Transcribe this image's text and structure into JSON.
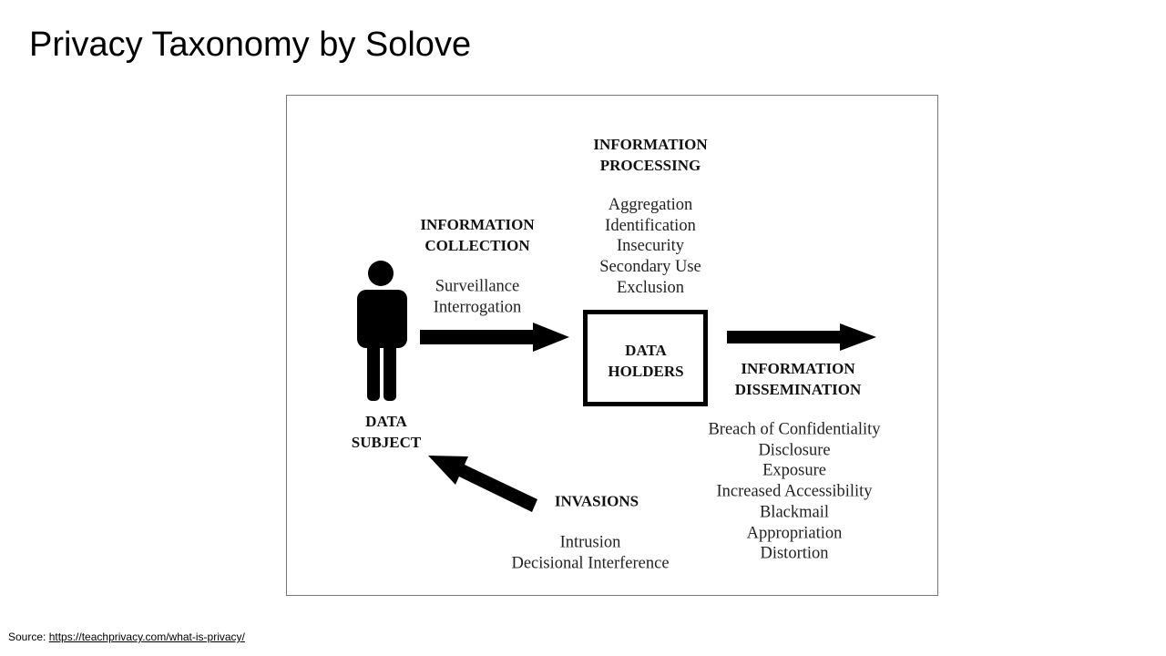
{
  "slide": {
    "title": "Privacy Taxonomy by Solove",
    "source_label": "Source:",
    "source_link": "https://teachprivacy.com/what-is-privacy/"
  },
  "diagram": {
    "processing": {
      "heading": [
        "INFORMATION",
        "PROCESSING"
      ],
      "items": [
        "Aggregation",
        "Identification",
        "Insecurity",
        "Secondary Use",
        "Exclusion"
      ]
    },
    "collection": {
      "heading": [
        "INFORMATION",
        "COLLECTION"
      ],
      "items": [
        "Surveillance",
        "Interrogation"
      ]
    },
    "data_holders": [
      "DATA",
      "HOLDERS"
    ],
    "data_subject": [
      "DATA",
      "SUBJECT"
    ],
    "dissemination": {
      "heading": [
        "INFORMATION",
        "DISSEMINATION"
      ],
      "items": [
        "Breach of Confidentiality",
        "Disclosure",
        "Exposure",
        "Increased Accessibility",
        "Blackmail",
        "Appropriation",
        "Distortion"
      ]
    },
    "invasions": {
      "heading": [
        "INVASIONS"
      ],
      "items": [
        "Intrusion",
        "Decisional Interference"
      ]
    }
  }
}
